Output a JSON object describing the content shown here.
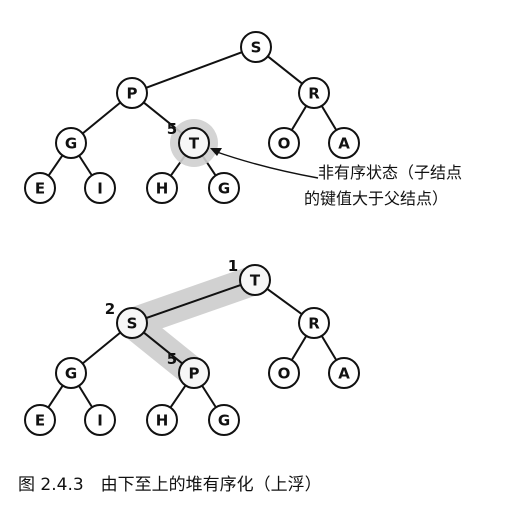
{
  "top_tree": {
    "nodes": [
      {
        "id": "s",
        "label": "S"
      },
      {
        "id": "p",
        "label": "P"
      },
      {
        "id": "r",
        "label": "R"
      },
      {
        "id": "g",
        "label": "G"
      },
      {
        "id": "t",
        "label": "T",
        "index": "5",
        "highlight": true
      },
      {
        "id": "o",
        "label": "O"
      },
      {
        "id": "a",
        "label": "A"
      },
      {
        "id": "e",
        "label": "E"
      },
      {
        "id": "i",
        "label": "I"
      },
      {
        "id": "h",
        "label": "H"
      },
      {
        "id": "g2",
        "label": "G"
      }
    ],
    "edges": [
      [
        "s",
        "p"
      ],
      [
        "s",
        "r"
      ],
      [
        "p",
        "g"
      ],
      [
        "p",
        "t"
      ],
      [
        "r",
        "o"
      ],
      [
        "r",
        "a"
      ],
      [
        "g",
        "e"
      ],
      [
        "g",
        "i"
      ],
      [
        "t",
        "h"
      ],
      [
        "t",
        "g2"
      ]
    ],
    "annotation": {
      "line1": "非有序状态（子结点",
      "line2": "的键值大于父结点）"
    }
  },
  "bottom_tree": {
    "nodes": [
      {
        "id": "t",
        "label": "T",
        "index": "1",
        "highlight": true
      },
      {
        "id": "s",
        "label": "S",
        "index": "2",
        "highlight": true
      },
      {
        "id": "r",
        "label": "R"
      },
      {
        "id": "g",
        "label": "G"
      },
      {
        "id": "p",
        "label": "P",
        "index": "5",
        "highlight": true
      },
      {
        "id": "o",
        "label": "O"
      },
      {
        "id": "a",
        "label": "A"
      },
      {
        "id": "e",
        "label": "E"
      },
      {
        "id": "i",
        "label": "I"
      },
      {
        "id": "h",
        "label": "H"
      },
      {
        "id": "g2",
        "label": "G"
      }
    ],
    "edges": [
      [
        "t",
        "s"
      ],
      [
        "t",
        "r"
      ],
      [
        "s",
        "g"
      ],
      [
        "s",
        "p"
      ],
      [
        "r",
        "o"
      ],
      [
        "r",
        "a"
      ],
      [
        "g",
        "e"
      ],
      [
        "g",
        "i"
      ],
      [
        "p",
        "h"
      ],
      [
        "p",
        "g2"
      ]
    ],
    "path": [
      "p",
      "s",
      "t"
    ]
  },
  "caption": "图 2.4.3　由下至上的堆有序化（上浮）"
}
